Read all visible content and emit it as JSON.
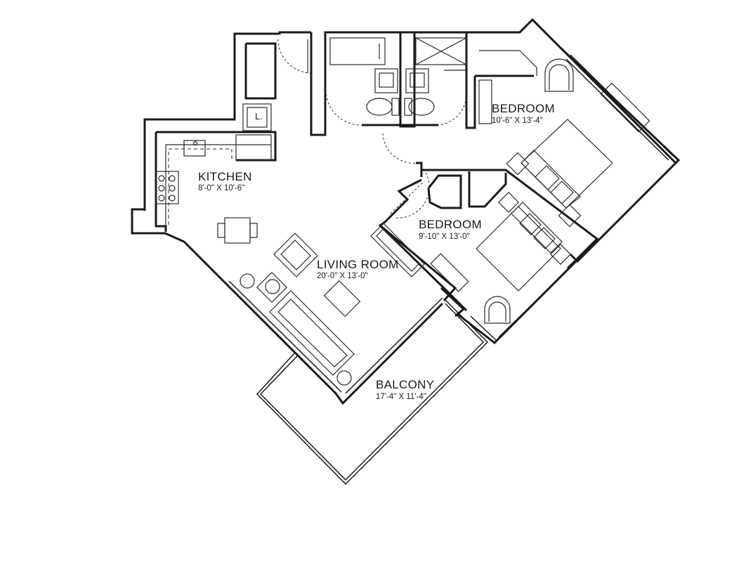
{
  "rooms": [
    {
      "id": "kitchen",
      "name": "KITCHEN",
      "dims": "8'-0\" X 10'-6\""
    },
    {
      "id": "living-room",
      "name": "LIVING ROOM",
      "dims": "20'-0\" X 13'-0\""
    },
    {
      "id": "bedroom-1",
      "name": "BEDROOM",
      "dims": "10'-6\" X 13'-4\""
    },
    {
      "id": "bedroom-2",
      "name": "BEDROOM",
      "dims": "9'-10\" X 13'-0\""
    },
    {
      "id": "balcony",
      "name": "BALCONY",
      "dims": "17'-4\" X 11'-4\""
    }
  ],
  "fixtures": {
    "laundry_label": "L."
  }
}
